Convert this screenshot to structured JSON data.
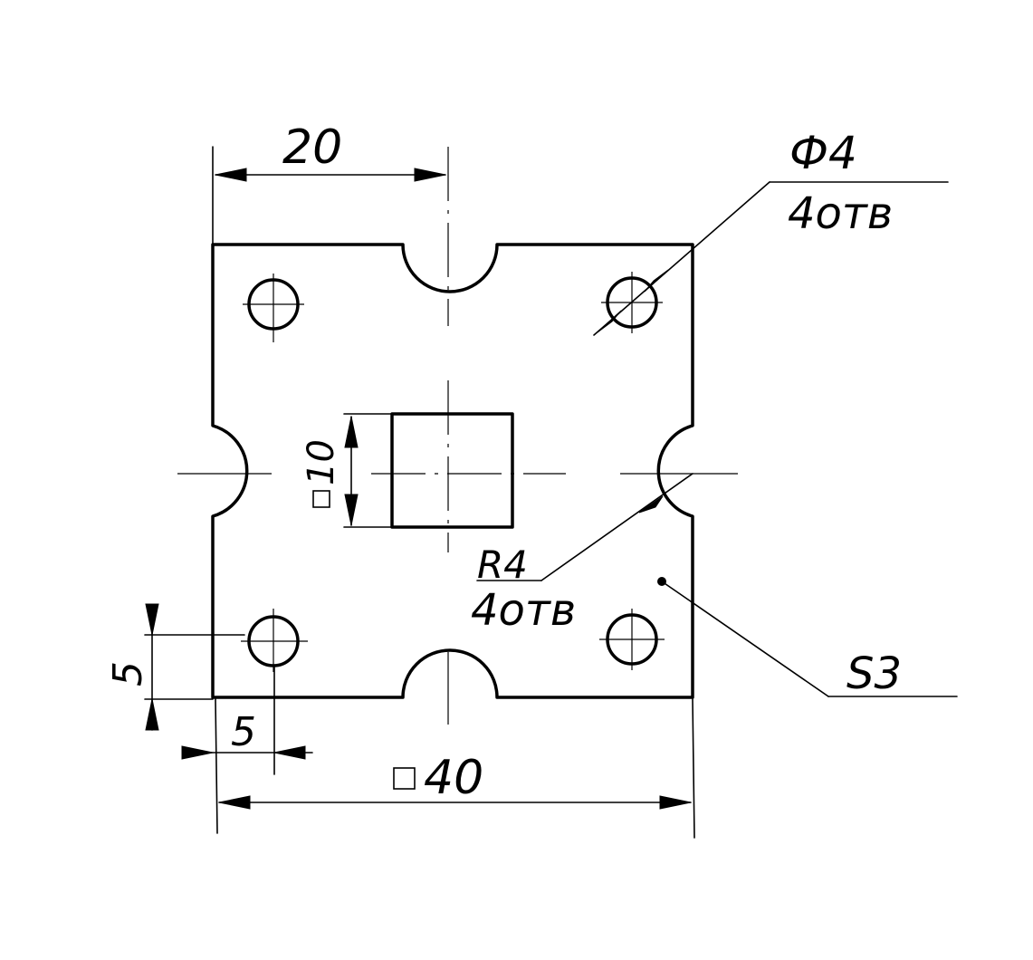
{
  "labels": {
    "dim_top": "20",
    "dim_side": "40",
    "dim_square": "10",
    "dim_left": "5",
    "dim_bottom": "5",
    "hole_diameter": "Ф4",
    "hole_count": "4отв",
    "notch_radius": "R4",
    "notch_count": "4отв",
    "thickness": "S3"
  }
}
